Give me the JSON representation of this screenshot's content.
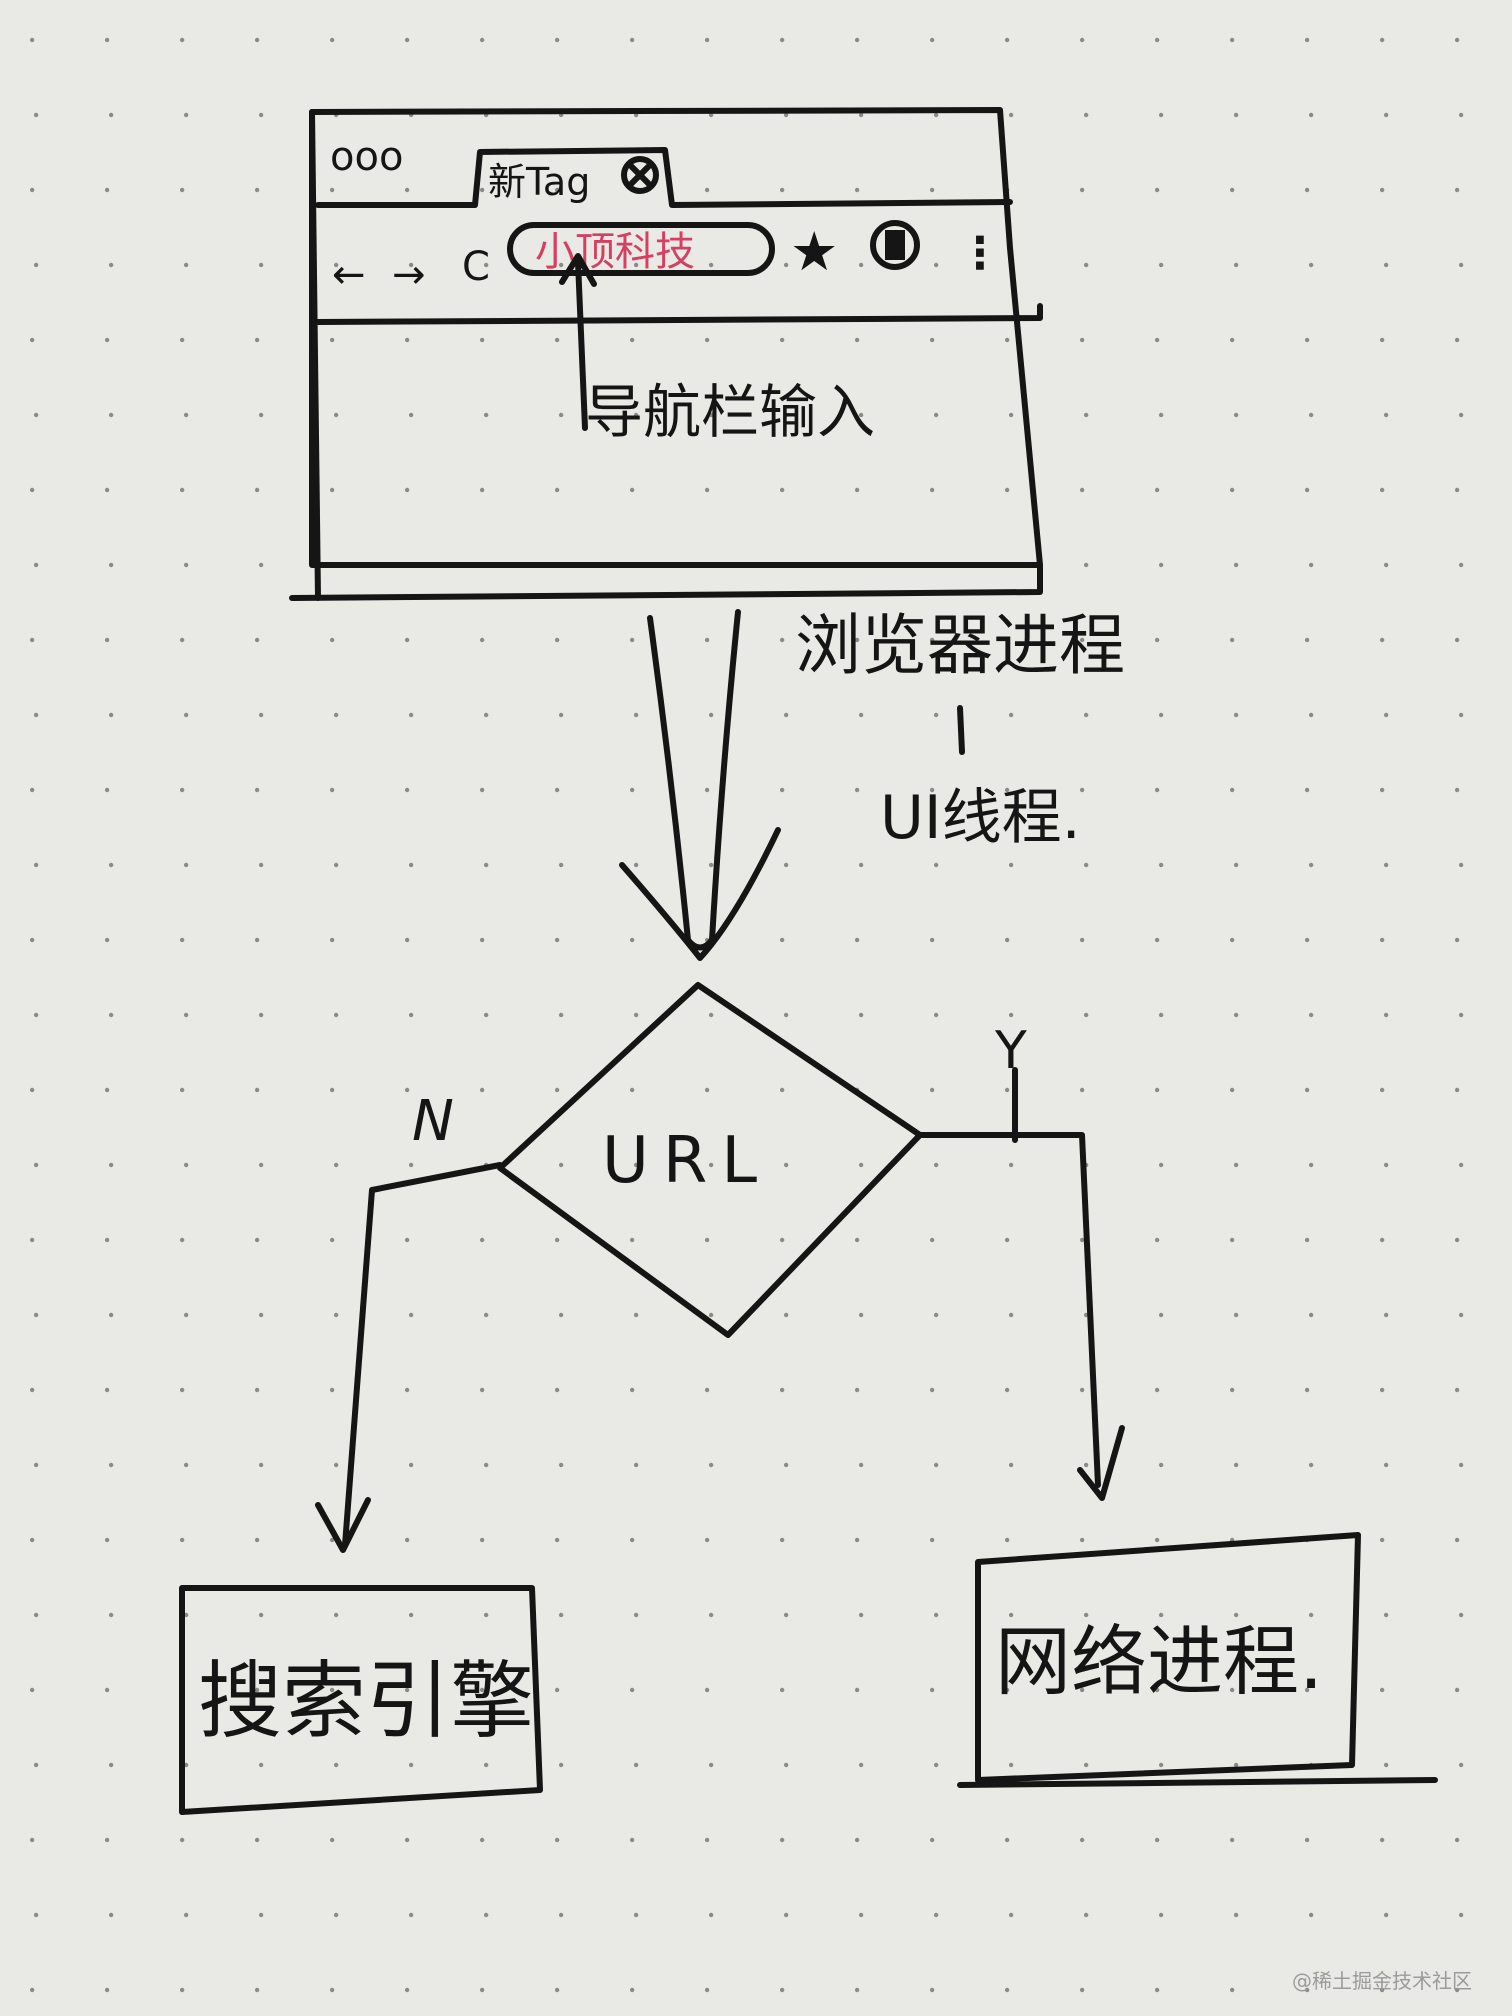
{
  "sketch": {
    "browser": {
      "window_dots": "ooo",
      "tab_label": "新Tag",
      "nav_back": "←",
      "nav_forward": "→",
      "nav_refresh": "C",
      "address_text": "小顶科技",
      "star": "★",
      "menu": "⋮",
      "annotation": "导航栏输入"
    },
    "process_label": "浏览器进程",
    "thread_label": "UI线程.",
    "decision_label": "URL",
    "no_label": "N",
    "yes_label": "Y",
    "left_box_label": "搜索引擎",
    "right_box_label": "网络进程."
  },
  "watermark": "@稀土掘金技术社区",
  "colors": {
    "paper": "#e9e9e6",
    "ink": "#151515",
    "highlight": "#d64060",
    "dots": "#8a8a88"
  }
}
